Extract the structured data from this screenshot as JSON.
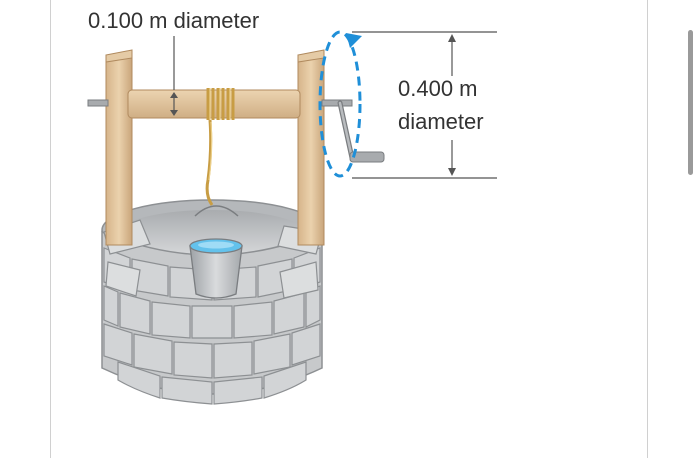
{
  "labels": {
    "axle_diameter": "0.100 m diameter",
    "crank_diameter_value": "0.400 m",
    "crank_diameter_word": "diameter"
  },
  "colors": {
    "wood": "#e2c49e",
    "wood_dark": "#c9a57b",
    "stone": "#bfc1c3",
    "stone_dark": "#8d9093",
    "rope": "#d8b35a",
    "water": "#63c2ec",
    "arrow": "#1f8fd8",
    "dimension_line": "#555555"
  },
  "icons": {
    "rotation_arrow": "dashed-circular-arrow",
    "crank_handle": "crank-handle-icon",
    "bucket": "bucket-icon"
  }
}
